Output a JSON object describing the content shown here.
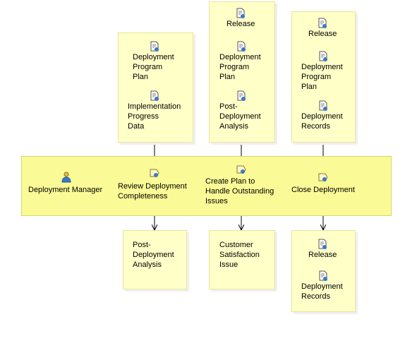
{
  "role": {
    "label": "Deployment Manager",
    "icon": "role-icon"
  },
  "tasks": [
    {
      "label": "Review Deployment\nCompleteness",
      "icon": "task-icon"
    },
    {
      "label": "Create Plan to\nHandle Outstanding\nIssues",
      "icon": "task-icon"
    },
    {
      "label": "Close Deployment",
      "icon": "task-icon"
    }
  ],
  "inputs": [
    [
      {
        "label": "Deployment\nProgram\nPlan",
        "icon": "artifact-icon"
      },
      {
        "label": "Implementation\nProgress\nData",
        "icon": "artifact-icon"
      }
    ],
    [
      {
        "label": "Release",
        "icon": "artifact-icon"
      },
      {
        "label": "Deployment\nProgram\nPlan",
        "icon": "artifact-icon"
      },
      {
        "label": "Post-\nDeployment\nAnalysis",
        "icon": "artifact-icon"
      }
    ],
    [
      {
        "label": "Release",
        "icon": "artifact-icon"
      },
      {
        "label": "Deployment\nProgram\nPlan",
        "icon": "artifact-icon"
      },
      {
        "label": "Deployment\nRecords",
        "icon": "artifact-icon"
      }
    ]
  ],
  "outputs": [
    [
      {
        "label": "Post-\nDeployment\nAnalysis",
        "icon": "artifact-icon"
      }
    ],
    [
      {
        "label": "Customer\nSatisfaction\nIssue",
        "icon": "artifact-icon"
      }
    ],
    [
      {
        "label": "Release",
        "icon": "artifact-icon"
      },
      {
        "label": "Deployment\nRecords",
        "icon": "artifact-icon"
      }
    ]
  ],
  "colors": {
    "note_fill": "#ffffc8",
    "lane_fill": "#fafa96",
    "connector": "#000000"
  }
}
